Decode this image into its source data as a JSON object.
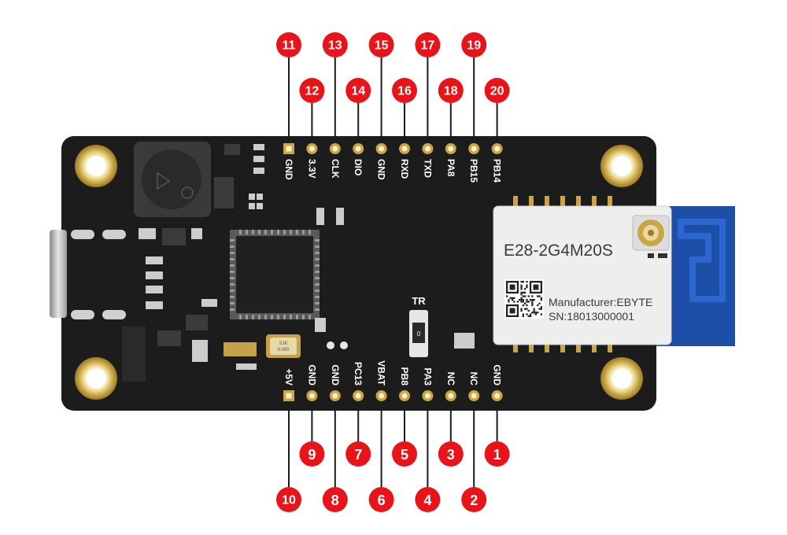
{
  "board": {
    "top_pins": [
      {
        "num": "11",
        "label": "GND"
      },
      {
        "num": "12",
        "label": "3.3V"
      },
      {
        "num": "13",
        "label": "CLK"
      },
      {
        "num": "14",
        "label": "DIO"
      },
      {
        "num": "15",
        "label": "GND"
      },
      {
        "num": "16",
        "label": "RXD"
      },
      {
        "num": "17",
        "label": "TXD"
      },
      {
        "num": "18",
        "label": "PA8"
      },
      {
        "num": "19",
        "label": "PB15"
      },
      {
        "num": "20",
        "label": "PB14"
      }
    ],
    "bottom_pins": [
      {
        "num": "10",
        "label": "+5V"
      },
      {
        "num": "9",
        "label": "GND"
      },
      {
        "num": "8",
        "label": "GND"
      },
      {
        "num": "7",
        "label": "PC13"
      },
      {
        "num": "6",
        "label": "VBAT"
      },
      {
        "num": "5",
        "label": "PB8"
      },
      {
        "num": "4",
        "label": "PA3"
      },
      {
        "num": "3",
        "label": "NC"
      },
      {
        "num": "2",
        "label": "NC"
      },
      {
        "num": "1",
        "label": "GND"
      }
    ],
    "tr_label": "TR",
    "switch_value": "0",
    "crystal_text": [
      "SJK",
      "8.000"
    ],
    "module": {
      "model": "E28-2G4M20S",
      "manufacturer": "Manufacturer:EBYTE",
      "serial": "SN:18013000001"
    },
    "colors": {
      "badge": "#e8141a",
      "pcb": "#1c1c1c",
      "gold": "#c9a545",
      "antenna": "#1e4fa8",
      "shield": "#eeeeee"
    }
  }
}
